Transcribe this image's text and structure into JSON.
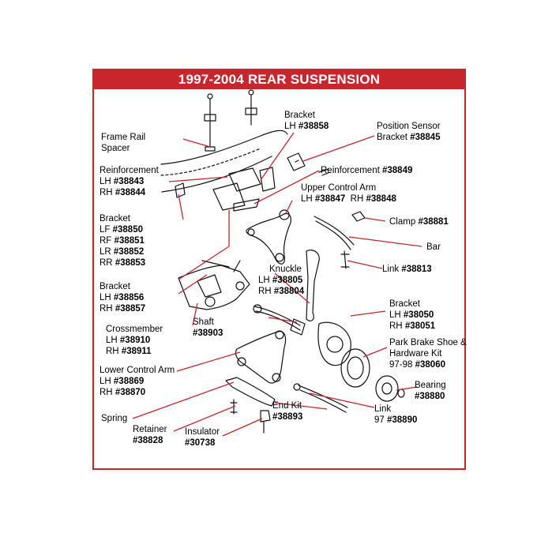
{
  "title": "1997-2004 REAR SUSPENSION",
  "colors": {
    "frame_red": "#c8262c",
    "leader_red": "#c8262c",
    "line_art": "#111111"
  },
  "labels": {
    "frame_rail_spacer": {
      "line1": "Frame Rail",
      "line2": "Spacer"
    },
    "bracket_top": {
      "line1": "Bracket",
      "side": "LH",
      "part": "#38858"
    },
    "position_sensor": {
      "line1": "Position Sensor",
      "line2a": "Bracket",
      "part": "#38845"
    },
    "reinforcement_lr": {
      "line1": "Reinforcement",
      "lh": "LH",
      "lh_part": "#38843",
      "rh": "RH",
      "rh_part": "#38844"
    },
    "reinforcement_center": {
      "line1": "Reinforcement",
      "part": "#38849"
    },
    "upper_control_arm": {
      "line1": "Upper Control Arm",
      "lh": "LH",
      "lh_part": "#38847",
      "rh": "RH",
      "rh_part": "#38848"
    },
    "bracket_four": {
      "line1": "Bracket",
      "lf": "LF",
      "lf_part": "#38850",
      "rf": "RF",
      "rf_part": "#38851",
      "lr": "LR",
      "lr_part": "#38852",
      "rr": "RR",
      "rr_part": "#38853"
    },
    "clamp": {
      "line1": "Clamp",
      "part": "#38881"
    },
    "bar": {
      "line1": "Bar"
    },
    "link_38813": {
      "line1": "Link",
      "part": "#38813"
    },
    "knuckle": {
      "line1": "Knuckle",
      "lh": "LH",
      "lh_part": "#38805",
      "rh": "RH",
      "rh_part": "#38804"
    },
    "bracket_lr": {
      "line1": "Bracket",
      "lh": "LH",
      "lh_part": "#38856",
      "rh": "RH",
      "rh_part": "#38857"
    },
    "bracket_right": {
      "line1": "Bracket",
      "lh": "LH",
      "lh_part": "#38050",
      "rh": "RH",
      "rh_part": "#38051"
    },
    "shaft": {
      "line1": "Shaft",
      "part": "#38903"
    },
    "crossmember": {
      "line1": "Crossmember",
      "lh": "LH",
      "lh_part": "#38910",
      "rh": "RH",
      "rh_part": "#38911"
    },
    "park_brake": {
      "line1": "Park Brake Shoe &",
      "line2": "Hardware Kit",
      "line3a": "97-98",
      "part": "#38060"
    },
    "lower_control_arm": {
      "line1": "Lower Control Arm",
      "lh": "LH",
      "lh_part": "#38869",
      "rh": "RH",
      "rh_part": "#38870"
    },
    "bearing": {
      "line1": "Bearing",
      "part": "#38880"
    },
    "link_38890": {
      "line1": "Link",
      "line2a": "97",
      "part": "#38890"
    },
    "end_kit": {
      "line1": "End Kit",
      "part": "#38893"
    },
    "spring": {
      "line1": "Spring"
    },
    "retainer": {
      "line1": "Retainer",
      "part": "#38828"
    },
    "insulator": {
      "line1": "Insulator",
      "part": "#30738"
    }
  }
}
